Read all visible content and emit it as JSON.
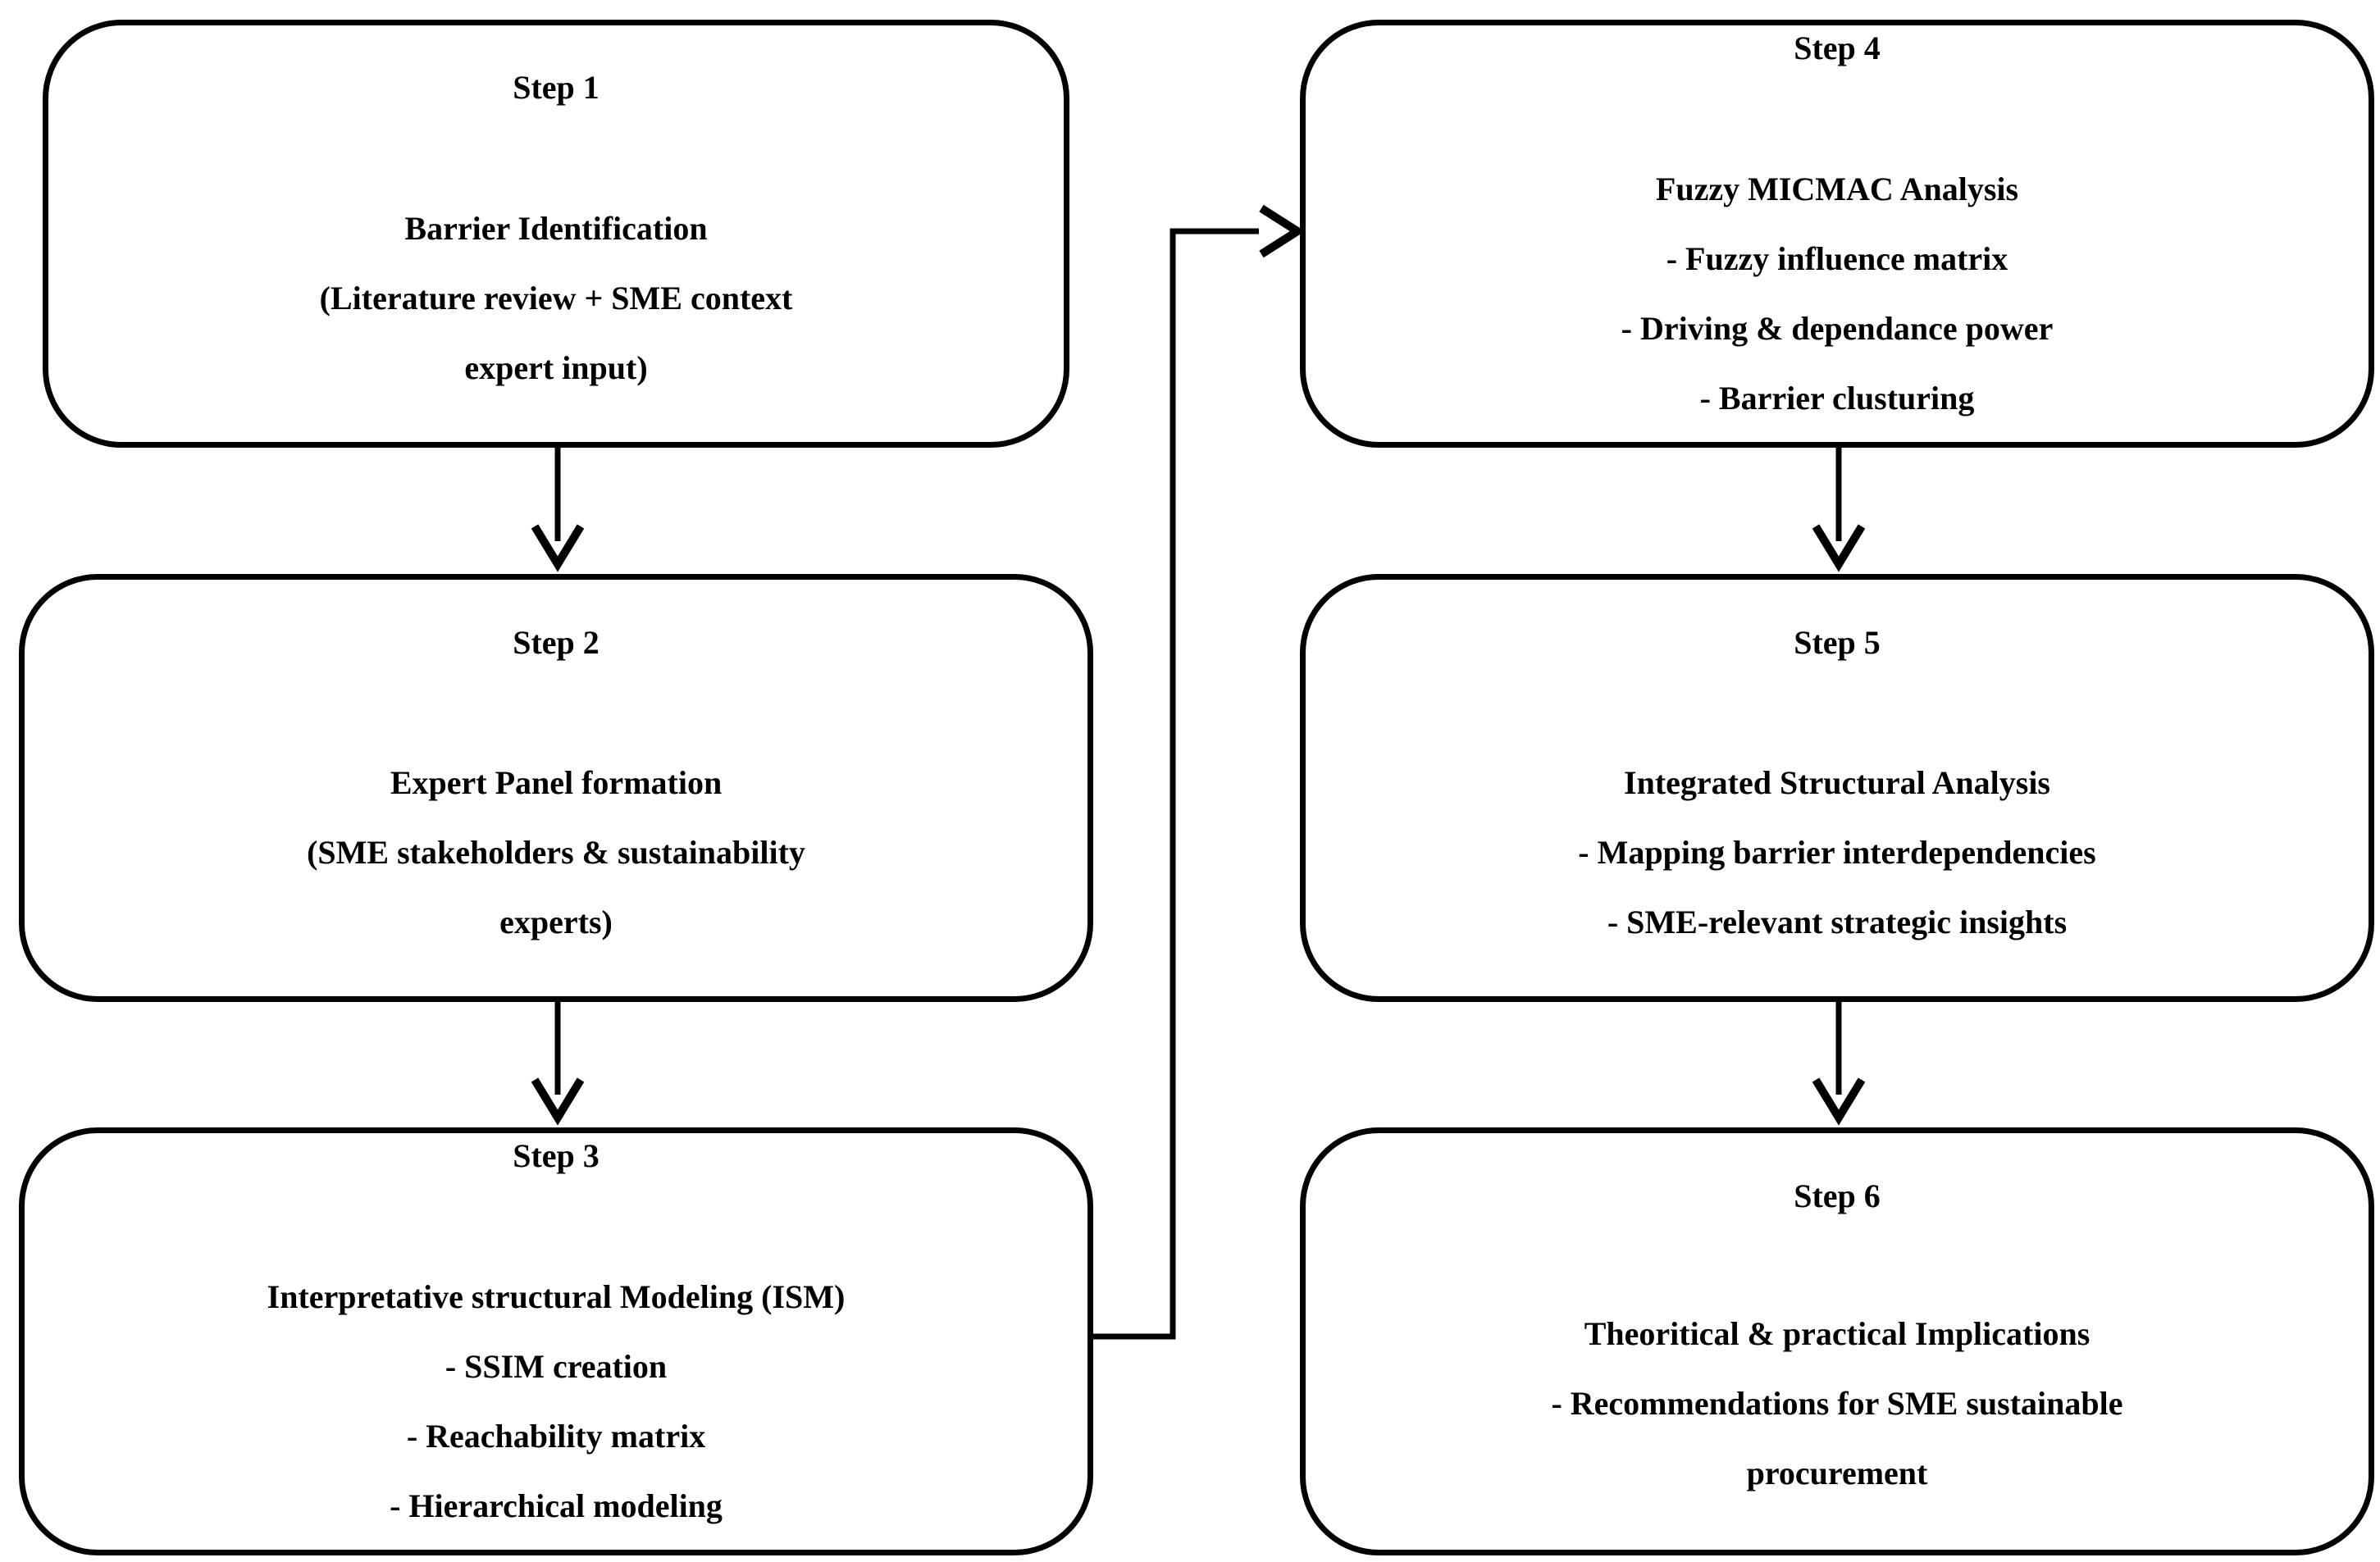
{
  "colors": {
    "stroke": "#000000",
    "background": "#ffffff"
  },
  "steps": [
    {
      "label": "Step 1",
      "lines": [
        "Barrier Identification",
        "(Literature review + SME context",
        "expert input)"
      ]
    },
    {
      "label": "Step 2",
      "lines": [
        "Expert Panel formation",
        "(SME stakeholders & sustainability",
        "experts)"
      ]
    },
    {
      "label": "Step 3",
      "lines": [
        "Interpretative structural Modeling (ISM)",
        "- SSIM creation",
        "- Reachability matrix",
        "- Hierarchical modeling"
      ]
    },
    {
      "label": "Step 4",
      "lines": [
        "Fuzzy MICMAC Analysis",
        "- Fuzzy influence matrix",
        "- Driving & dependance power",
        "- Barrier clusturing"
      ]
    },
    {
      "label": "Step 5",
      "lines": [
        "Integrated Structural Analysis",
        "- Mapping barrier interdependencies",
        "- SME-relevant strategic insights"
      ]
    },
    {
      "label": "Step 6",
      "lines": [
        "Theoritical & practical Implications",
        "- Recommendations for SME sustainable",
        "procurement"
      ]
    }
  ]
}
